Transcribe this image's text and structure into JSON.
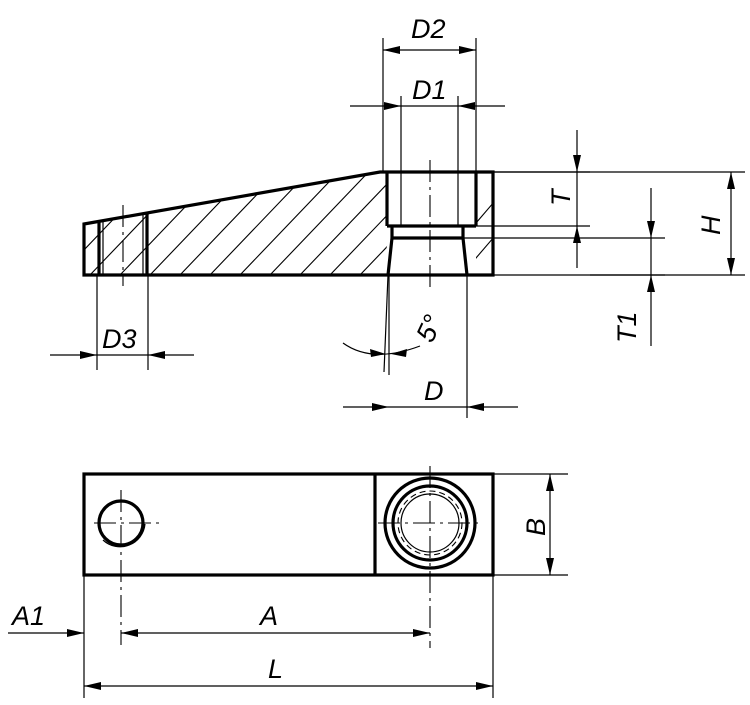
{
  "labels": {
    "D2": "D2",
    "D1": "D1",
    "T": "T",
    "H": "H",
    "T1": "T1",
    "D3": "D3",
    "angle": "5°",
    "D": "D",
    "B": "B",
    "A1": "A1",
    "A": "A",
    "L": "L"
  }
}
